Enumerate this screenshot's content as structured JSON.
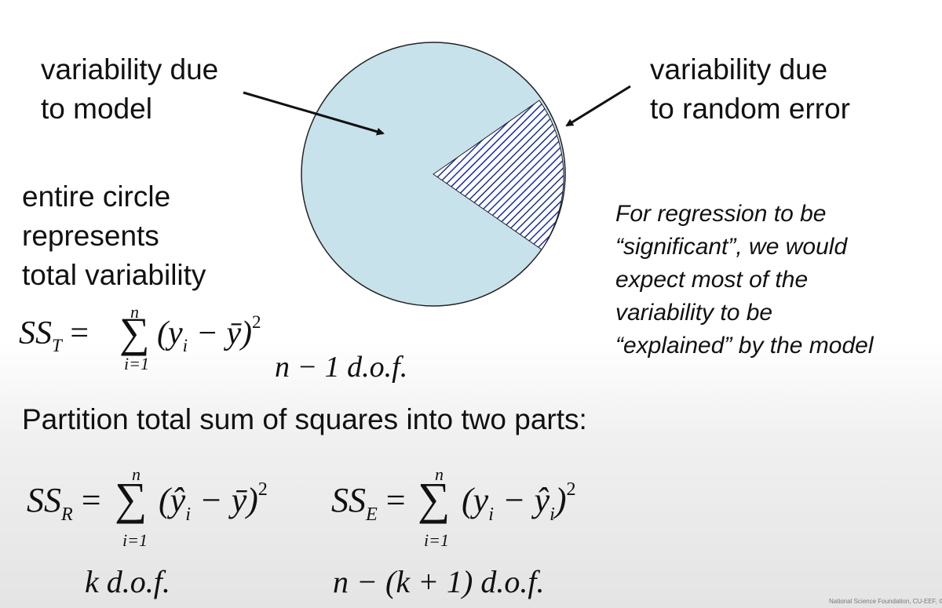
{
  "labels": {
    "model_variability": [
      "variability due",
      "to model"
    ],
    "error_variability": [
      "variability due",
      "to random error"
    ],
    "entire_circle": [
      "entire circle",
      "represents",
      "total variability"
    ],
    "significance_note": [
      "For regression to be",
      "“significant”, we would",
      "expect most of the",
      "variability to be",
      "“explained” by the model"
    ],
    "partition_heading": "Partition total sum of squares into two parts:",
    "credit": "National Science Foundation, CU-EEF, ©"
  },
  "formulas": {
    "sst": {
      "lhs": "SS",
      "sub": "T",
      "eq": "=",
      "sigma": "∑",
      "upper": "n",
      "lower": "i=1",
      "body": "(y",
      "body_sub": "i",
      "body_rest": " − ȳ)",
      "power": "2",
      "dof": "n − 1  d.o.f."
    },
    "ssr": {
      "lhs": "SS",
      "sub": "R",
      "eq": "=",
      "sigma": "∑",
      "upper": "n",
      "lower": "i=1",
      "body": "(ŷ",
      "body_sub": "i",
      "body_rest": " − ȳ)",
      "power": "2",
      "dof": "k  d.o.f."
    },
    "sse": {
      "lhs": "SS",
      "sub": "E",
      "eq": "=",
      "sigma": "∑",
      "upper": "n",
      "lower": "i=1",
      "body": "(y",
      "body_sub": "i",
      "body_rest": " − ŷ",
      "body_sub2": "i",
      "body_end": ")",
      "power": "2",
      "dof": "n − (k + 1)  d.o.f."
    }
  },
  "colors": {
    "pie_fill": "#c8e2ec",
    "hatch": "#1a2d9e",
    "arrow": "#111111"
  }
}
